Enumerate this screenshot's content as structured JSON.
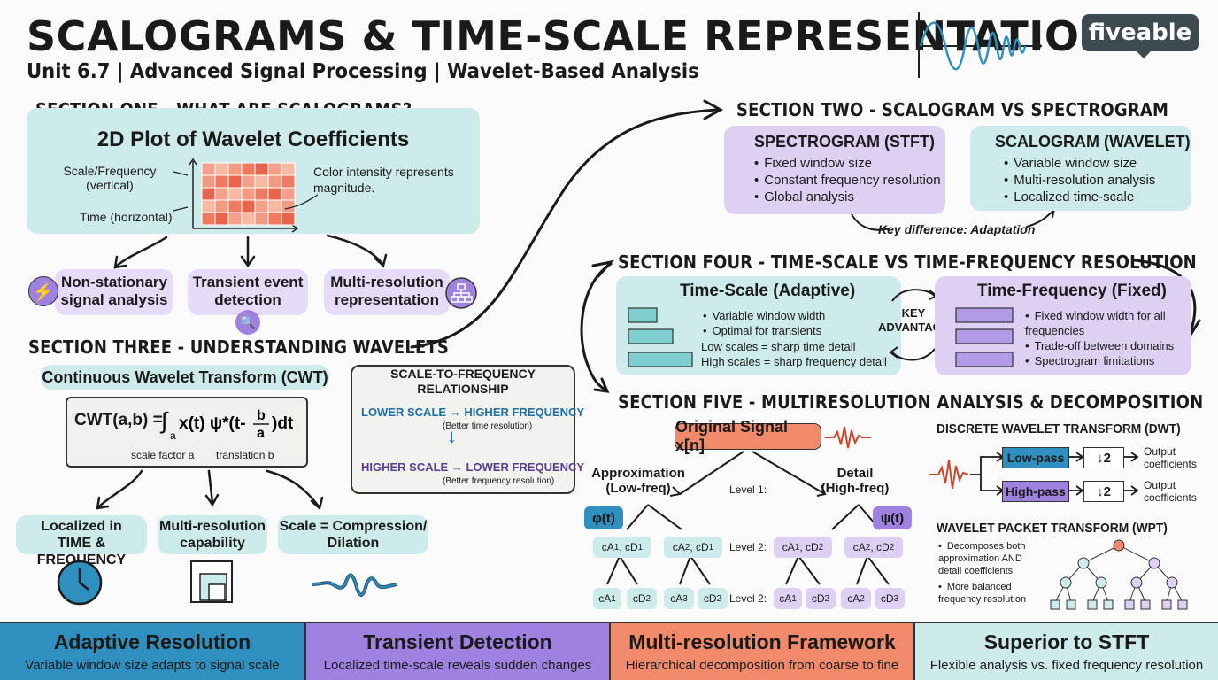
{
  "header": {
    "title": "SCALOGRAMS & TIME-SCALE REPRESENTATIONS",
    "subtitle": "Unit 6.7 | Advanced Signal Processing | Wavelet-Based Analysis",
    "logo": "fiveable"
  },
  "sec1": {
    "heading": "SECTION ONE - WHAT ARE SCALOGRAMS?",
    "box_title": "2D Plot of Wavelet Coefficients",
    "label_scale_1": "Scale/Frequency",
    "label_scale_2": "(vertical)",
    "label_time": "Time (horizontal)",
    "label_color_1": "Color intensity represents",
    "label_color_2": "magnitude.",
    "apps": [
      {
        "line1": "Non-stationary",
        "line2": "signal analysis"
      },
      {
        "line1": "Transient event",
        "line2": "detection"
      },
      {
        "line1": "Multi-resolution",
        "line2": "representation"
      }
    ]
  },
  "sec2": {
    "heading": "SECTION TWO - SCALOGRAM VS SPECTROGRAM",
    "spec_title": "SPECTROGRAM (STFT)",
    "spec_items": [
      "Fixed window size",
      "Constant frequency resolution",
      "Global analysis"
    ],
    "scal_title": "SCALOGRAM (WAVELET)",
    "scal_items": [
      "Variable window size",
      "Multi-resolution analysis",
      "Localized time-scale"
    ],
    "key_diff": "Key difference: Adaptation"
  },
  "sec3": {
    "heading": "SECTION THREE - UNDERSTANDING WAVELETS",
    "cwt_title": "Continuous Wavelet Transform (CWT)",
    "formula_lhs": "CWT(a,b) =",
    "scale_factor": "scale factor a",
    "translation": "translation b",
    "props": [
      {
        "line1": "Localized in",
        "line2": "TIME & FREQUENCY"
      },
      {
        "line1": "Multi-resolution",
        "line2": "capability"
      },
      {
        "line1": "Scale = Compression/",
        "line2": "Dilation"
      }
    ],
    "rel_title_1": "SCALE-TO-FREQUENCY",
    "rel_title_2": "RELATIONSHIP",
    "lower_scale": "LOWER SCALE",
    "higher_freq": "HIGHER FREQUENCY",
    "better_time": "(Better time resolution)",
    "higher_scale": "HIGHER SCALE",
    "lower_freq": "LOWER FREQUENCY",
    "better_freq": "(Better frequency resolution)"
  },
  "sec4": {
    "heading": "SECTION FOUR - TIME-SCALE VS TIME-FREQUENCY RESOLUTION",
    "ts_title": "Time-Scale (Adaptive)",
    "ts_items": [
      "Variable window width",
      "Optimal for transients"
    ],
    "ts_line1": "Low scales = sharp time detail",
    "ts_line2": "High scales = sharp frequency detail",
    "key_1": "KEY",
    "key_2": "ADVANTAGE",
    "tf_title": "Time-Frequency (Fixed)",
    "tf_items": [
      "Fixed window width for all frequencies",
      "Trade-off between domains",
      "Spectrogram limitations"
    ]
  },
  "sec5": {
    "heading": "SECTION FIVE - MULTIRESOLUTION ANALYSIS & DECOMPOSITION",
    "original": "Original Signal x[n]",
    "approx_1": "Approximation",
    "approx_2": "(Low-freq)",
    "detail_1": "Detail",
    "detail_2": "(High-freq)",
    "level1": "Level 1:",
    "level2a": "Level 2:",
    "level2b": "Level 2:",
    "phi": "φ(t)",
    "psi": "ψ(t)",
    "dwt_title": "DISCRETE WAVELET TRANSFORM (DWT)",
    "lowpass": "Low-pass",
    "highpass": "High-pass",
    "down": "↓2",
    "out_1": "Output",
    "out_2": "coefficients",
    "wpt_title": "WAVELET PACKET TRANSFORM (WPT)",
    "wpt_items": [
      "Decomposes both approximation AND detail coefficients",
      "More balanced frequency resolution"
    ]
  },
  "footer": [
    {
      "title": "Adaptive Resolution",
      "sub": "Variable window size adapts to signal scale",
      "color": "#2f8fbf"
    },
    {
      "title": "Transient Detection",
      "sub": "Localized time-scale reveals sudden changes",
      "color": "#9f82e0"
    },
    {
      "title": "Multi-resolution Framework",
      "sub": "Hierarchical decomposition from coarse to fine",
      "color": "#f08a6a"
    },
    {
      "title": "Superior to STFT",
      "sub": "Flexible analysis vs. fixed frequency resolution",
      "color": "#cdebea"
    }
  ]
}
